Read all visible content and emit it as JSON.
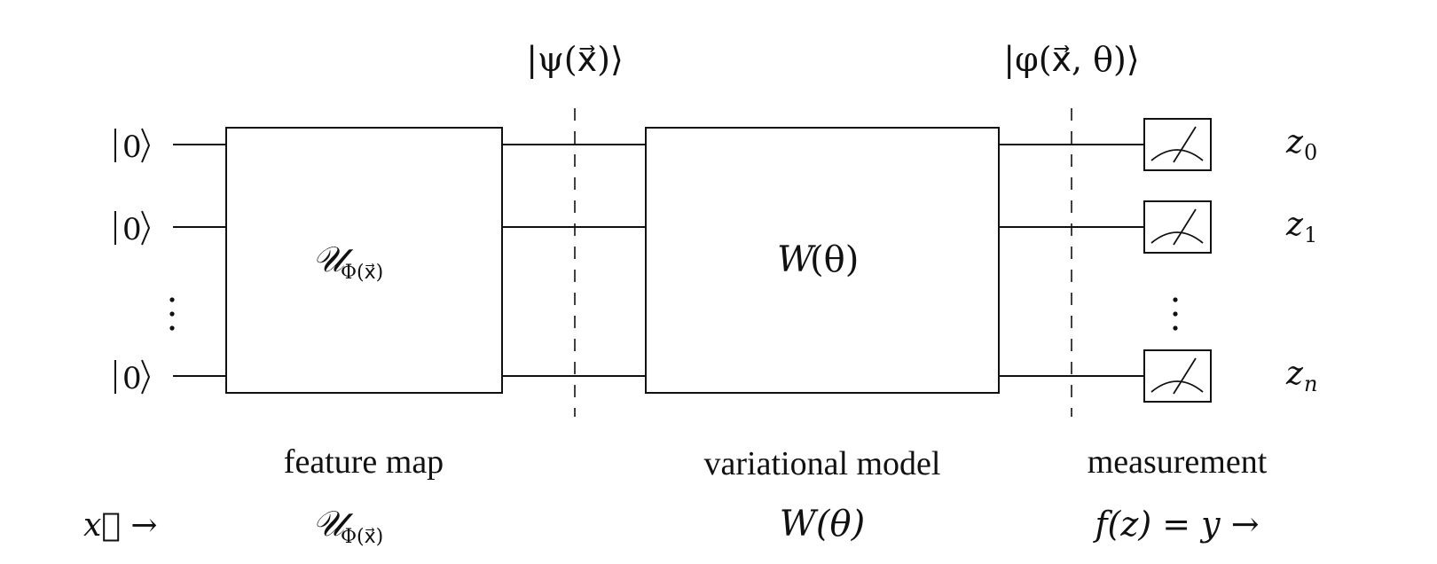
{
  "circuit": {
    "input_ket_label": "0",
    "ellipsis": "⋮",
    "feature_map": {
      "symbol": "𝒰",
      "subscript": "Φ(x⃗)"
    },
    "variational": {
      "symbol": "W",
      "argument": "(θ)"
    },
    "state_psi": "|ψ(x⃗)⟩",
    "state_phi": "|φ(x⃗, θ)⟩",
    "outputs": [
      {
        "base": "z",
        "sub": "0"
      },
      {
        "base": "z",
        "sub": "1"
      },
      {
        "base": "z",
        "sub": "n"
      }
    ]
  },
  "stages": {
    "feature_map_label": "feature map",
    "variational_label": "variational model",
    "measurement_label": "measurement"
  },
  "pipeline": {
    "input": "x⃗ →",
    "feature_symbol": "𝒰",
    "feature_sub": "Φ(x⃗)",
    "variational": "W(θ)",
    "output": "f(z) = y →"
  }
}
